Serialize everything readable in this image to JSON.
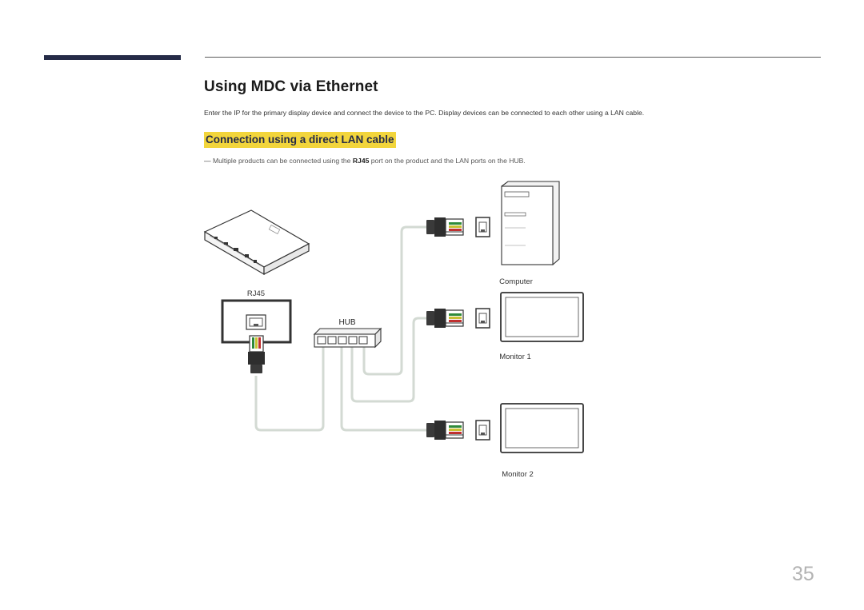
{
  "page": {
    "title": "Using MDC via Ethernet",
    "intro": "Enter the IP for the primary display device and connect the device to the PC. Display devices can be connected to each other using a LAN cable.",
    "section_heading": "Connection using a direct LAN cable",
    "note": {
      "marker": "―",
      "before": "Multiple products can be connected using the ",
      "bold": "RJ45",
      "after": " port on the product and the LAN ports on the HUB."
    },
    "page_number": "35"
  },
  "diagram": {
    "labels": {
      "rj45": "RJ45",
      "hub": "HUB",
      "computer": "Computer",
      "monitor1": "Monitor 1",
      "monitor2": "Monitor 2"
    }
  },
  "colors": {
    "accent_bar": "#252b47",
    "heading_highlight": "#f2d53c",
    "cable": "#d0d8d0",
    "connector": "#333333"
  }
}
